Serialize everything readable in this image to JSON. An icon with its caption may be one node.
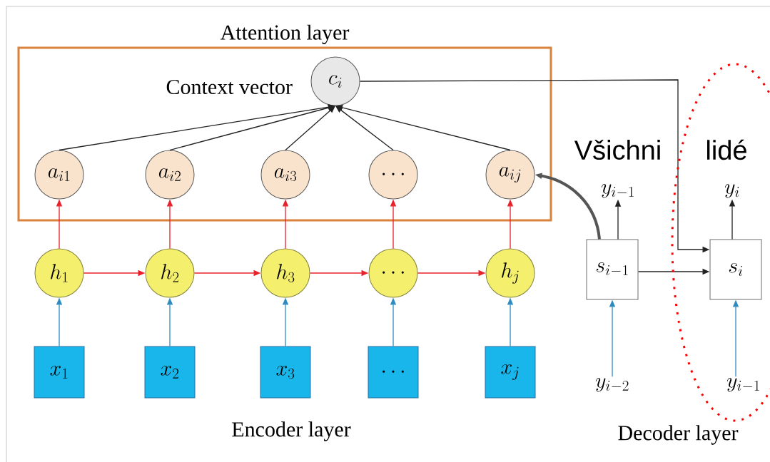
{
  "diagram": {
    "nodes": [
      {
        "text": [
          "Attention layer"
        ]
      },
      {
        "text": [
          "c_{i}"
        ],
        "beside": [
          "Context vector"
        ],
        "in": 0
      },
      {
        "text": [
          "a_{i1}"
        ],
        "in": 0
      },
      {
        "text": [
          "a_{i2}"
        ],
        "in": 0
      },
      {
        "text": [
          "a_{i3}"
        ],
        "in": 0
      },
      {
        "text": [
          "\\cdots"
        ],
        "in": 0
      },
      {
        "text": [
          "a_{ij}"
        ],
        "in": 0
      },
      {
        "text": [
          "h_{1}"
        ]
      },
      {
        "text": [
          "h_{2}"
        ]
      },
      {
        "text": [
          "h_{3}"
        ]
      },
      {
        "text": [
          "\\cdots"
        ]
      },
      {
        "text": [
          "h_{j}"
        ]
      },
      {
        "text": [
          "x_{1}"
        ]
      },
      {
        "text": [
          "x_{2}"
        ]
      },
      {
        "text": [
          "x_{3}"
        ]
      },
      {
        "text": [
          "\\cdots"
        ]
      },
      {
        "text": [
          "x_{j}"
        ]
      },
      {
        "text": [
          "s_{i-1}"
        ]
      },
      {
        "text": [
          "s_{i}"
        ]
      },
      {
        "text": [
          "y_{i-1}"
        ]
      },
      {
        "text": [
          "y_{i}"
        ]
      },
      {
        "text": [
          "y_{i-2}"
        ]
      },
      {
        "text": [
          "y_{i-1}"
        ]
      }
    ],
    "edges": [
      {
        "from": 2,
        "to": 1,
        "arrow": "to",
        "color": "#222222"
      },
      {
        "from": 3,
        "to": 1,
        "arrow": "to",
        "color": "#222222"
      },
      {
        "from": 4,
        "to": 1,
        "arrow": "to",
        "color": "#222222"
      },
      {
        "from": 5,
        "to": 1,
        "arrow": "to",
        "color": "#222222"
      },
      {
        "from": 6,
        "to": 1,
        "arrow": "to",
        "color": "#222222"
      },
      {
        "from": 7,
        "to": 2,
        "arrow": "to",
        "color": "#e8202a"
      },
      {
        "from": 8,
        "to": 3,
        "arrow": "to",
        "color": "#e8202a"
      },
      {
        "from": 9,
        "to": 4,
        "arrow": "to",
        "color": "#e8202a"
      },
      {
        "from": 10,
        "to": 5,
        "arrow": "to",
        "color": "#e8202a"
      },
      {
        "from": 11,
        "to": 6,
        "arrow": "to",
        "color": "#e8202a"
      },
      {
        "from": 7,
        "to": 8,
        "arrow": "to",
        "color": "#e8202a"
      },
      {
        "from": 8,
        "to": 9,
        "arrow": "to",
        "color": "#e8202a"
      },
      {
        "from": 9,
        "to": 10,
        "arrow": "to",
        "color": "#e8202a"
      },
      {
        "from": 10,
        "to": 11,
        "arrow": "to",
        "color": "#e8202a"
      },
      {
        "from": 12,
        "to": 7,
        "arrow": "to",
        "color": "#2e8bc0"
      },
      {
        "from": 13,
        "to": 8,
        "arrow": "to",
        "color": "#2e8bc0"
      },
      {
        "from": 14,
        "to": 9,
        "arrow": "to",
        "color": "#2e8bc0"
      },
      {
        "from": 15,
        "to": 10,
        "arrow": "to",
        "color": "#2e8bc0"
      },
      {
        "from": 16,
        "to": 11,
        "arrow": "to",
        "color": "#2e8bc0"
      },
      {
        "from": 1,
        "to": 18,
        "arrow": "to",
        "color": "#222222"
      },
      {
        "from": 17,
        "to": 18,
        "arrow": "to",
        "color": "#222222"
      },
      {
        "from": 17,
        "to": 6,
        "arrow": "to",
        "style": "thick",
        "color": "#555555"
      },
      {
        "from": 17,
        "to": 19,
        "arrow": "to",
        "color": "#222222"
      },
      {
        "from": 18,
        "to": 20,
        "arrow": "to",
        "color": "#222222"
      },
      {
        "from": 21,
        "to": 17,
        "arrow": "to",
        "color": "#2e8bc0"
      },
      {
        "from": 22,
        "to": 18,
        "arrow": "to",
        "color": "#2e8bc0"
      }
    ],
    "labels": [
      "Všichni",
      "lidé",
      "Encoder layer",
      "Decoder layer"
    ]
  }
}
